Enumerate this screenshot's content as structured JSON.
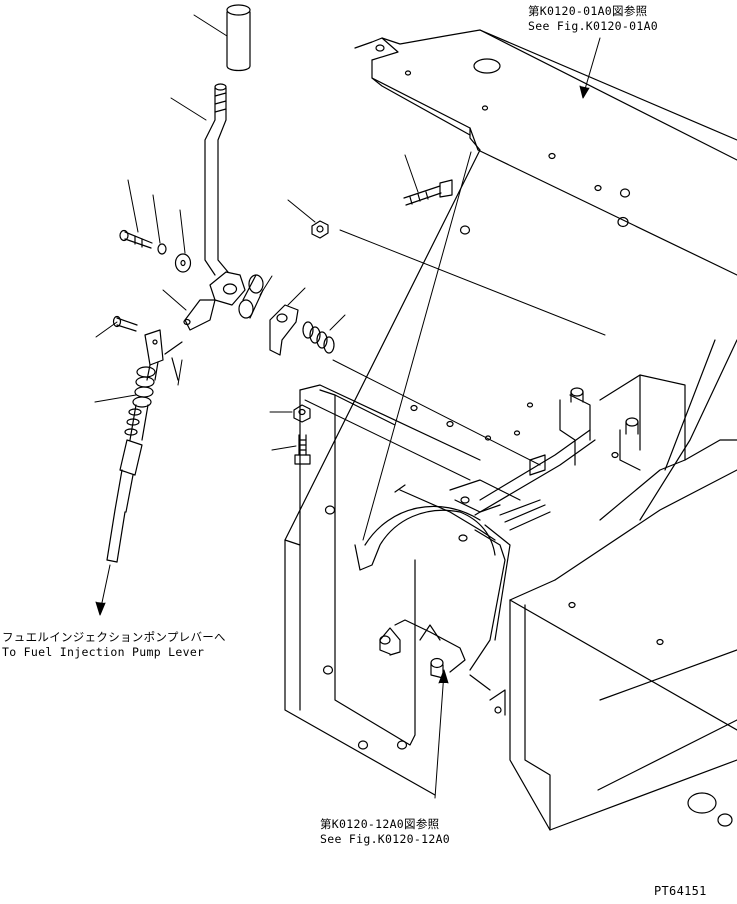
{
  "diagram": {
    "stroke_color": "#000000",
    "background": "#ffffff"
  },
  "references": {
    "top": {
      "jp": "第K0120-01A0図参照",
      "en": "See Fig.K0120-01A0"
    },
    "bottom": {
      "jp": "第K0120-12A0図参照",
      "en": "See Fig.K0120-12A0"
    }
  },
  "cable_destination": {
    "jp": "フュエルインジェクションポンプレバーへ",
    "en": "To Fuel Injection Pump Lever"
  },
  "figure_code": "PT64151"
}
